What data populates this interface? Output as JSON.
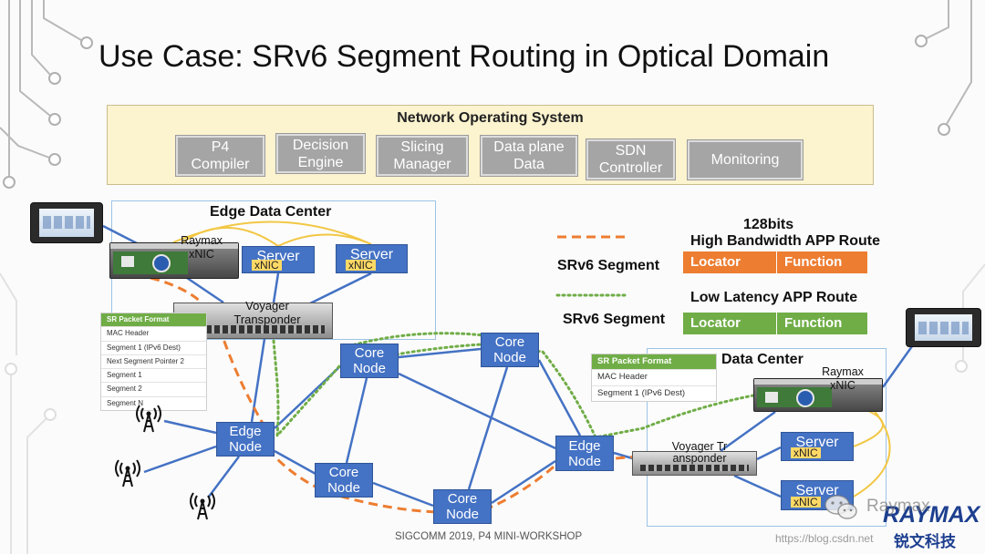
{
  "slide": {
    "title": "Use Case: SRv6 Segment Routing in Optical Domain",
    "footer": "SIGCOMM 2019, P4 MINI-WORKSHOP"
  },
  "nos": {
    "title": "Network Operating System",
    "modules": [
      "P4 Compiler",
      "Decision Engine",
      "Slicing Manager",
      "Data plane Data",
      "SDN Controller",
      "Monitoring"
    ]
  },
  "edge_data_center": {
    "title": "Edge Data Center",
    "nic_device": "Raymax xNIC",
    "transponder": "Voyager Transponder",
    "servers": [
      {
        "label": "Server",
        "nic": "xNIC"
      },
      {
        "label": "Server",
        "nic": "xNIC"
      }
    ]
  },
  "sr_packet_format_left": {
    "header": "SR Packet Format",
    "rows": [
      "MAC Header",
      "Segment 1 (IPv6 Dest)",
      "Next Segment Pointer 2",
      "Segment 1",
      "Segment 2",
      "Segment N"
    ]
  },
  "nodes": {
    "edge_left": "Edge Node",
    "core_1": "Core Node",
    "core_2": "Core Node",
    "core_3": "Core Node",
    "core_4": "Core Node",
    "edge_right": "Edge Node"
  },
  "legend": {
    "size": "128bits",
    "high_bandwidth": {
      "route": "High Bandwidth APP Route",
      "segment": "SRv6 Segment",
      "locator": "Locator",
      "function": "Function",
      "line_style": "dashed",
      "color": "#ed7d31"
    },
    "low_latency": {
      "route": "Low Latency APP Route",
      "segment": "SRv6 Segment",
      "locator": "Locator",
      "function": "Function",
      "line_style": "dotted",
      "color": "#70ad47"
    }
  },
  "data_center": {
    "title": "Data Center",
    "nic_device": "Raymax xNIC",
    "transponder": "Voyager Transponder",
    "servers": [
      {
        "label": "Server",
        "nic": "xNIC"
      },
      {
        "label": "Server",
        "nic": "xNIC"
      }
    ]
  },
  "sr_packet_format_right": {
    "header": "SR Packet Format",
    "rows": [
      "MAC Header",
      "Segment 1 (IPv6 Dest)"
    ]
  },
  "watermark": {
    "wechat_account": "Raymax",
    "url": "https://blog.csdn.net",
    "brand": "RAYMAX",
    "brand_cn": "锐文科技"
  },
  "colors": {
    "node_blue": "#4472c4",
    "high_bandwidth_orange": "#ed7d31",
    "low_latency_green": "#70ad47",
    "module_grey": "#a5a5a5",
    "nos_background": "#fcf3cf",
    "server_nic_yellow": "#ffd966",
    "brand_blue": "#1d3f8f"
  }
}
